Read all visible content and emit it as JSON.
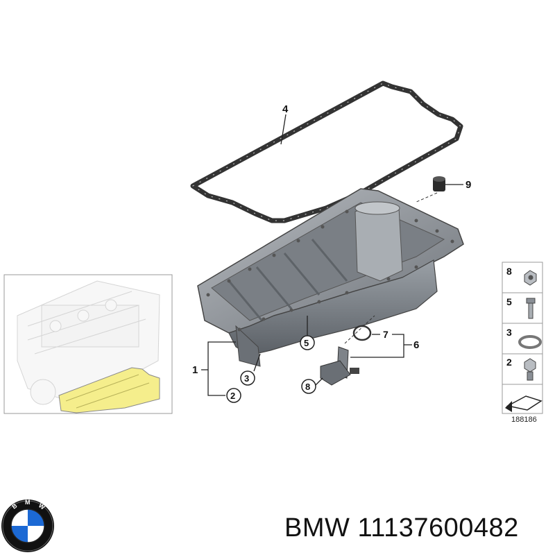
{
  "callouts": {
    "c1": "1",
    "c2": "2",
    "c3": "3",
    "c4": "4",
    "c5": "5",
    "c6": "6",
    "c7": "7",
    "c8": "8",
    "c9": "9"
  },
  "legend": {
    "items": [
      {
        "number": "8",
        "icon": "hex-nut-icon"
      },
      {
        "number": "5",
        "icon": "bolt-icon"
      },
      {
        "number": "3",
        "icon": "sealing-ring-icon"
      },
      {
        "number": "2",
        "icon": "drain-plug-icon"
      }
    ],
    "arrow_icon": "arrow-icon"
  },
  "reference_number": "188186",
  "footer": {
    "brand": "BMW",
    "part_number": "11137600482",
    "logo_text": "B M W"
  },
  "colors": {
    "engine_highlight": "#f5ee8c",
    "oil_pan": "#8a8f96",
    "gasket": "#444444",
    "logo_blue": "#1c69d4"
  }
}
